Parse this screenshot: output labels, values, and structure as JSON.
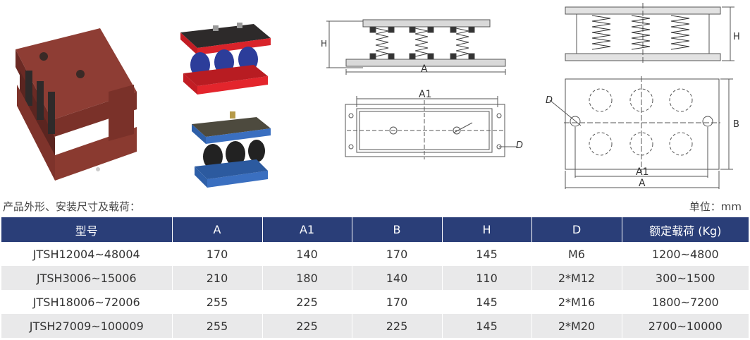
{
  "drawings": {
    "side_label_h": "H",
    "side_label_a": "A",
    "top_label_a1": "A1",
    "top_label_d": "D",
    "right_label_h": "H",
    "right_label_d": "D",
    "right_label_b": "B",
    "right_label_a1": "A1",
    "right_label_a": "A"
  },
  "caption": "产品外形、安装尺寸及载荷：",
  "unit": "单位：mm",
  "table": {
    "headers": [
      "型号",
      "A",
      "A1",
      "B",
      "H",
      "D",
      "额定载荷 (Kg)"
    ],
    "rows": [
      [
        "JTSH12004~48004",
        "170",
        "140",
        "170",
        "145",
        "M6",
        "1200~4800"
      ],
      [
        "JTSH3006~15006",
        "210",
        "180",
        "140",
        "110",
        "2*M12",
        "300~1500"
      ],
      [
        "JTSH18006~72006",
        "255",
        "225",
        "170",
        "145",
        "2*M16",
        "1800~7200"
      ],
      [
        "JTSH27009~100009",
        "255",
        "225",
        "225",
        "145",
        "2*M20",
        "2700~10000"
      ]
    ]
  }
}
